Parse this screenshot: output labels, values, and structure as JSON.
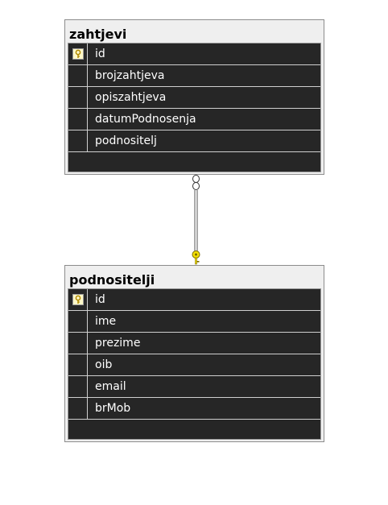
{
  "tables": [
    {
      "name": "zahtjevi",
      "columns": [
        {
          "name": "id",
          "primary_key": true
        },
        {
          "name": "brojzahtjeva",
          "primary_key": false
        },
        {
          "name": "opiszahtjeva",
          "primary_key": false
        },
        {
          "name": "datumPodnosenja",
          "primary_key": false
        },
        {
          "name": "podnositelj",
          "primary_key": false
        }
      ]
    },
    {
      "name": "podnositelji",
      "columns": [
        {
          "name": "id",
          "primary_key": true
        },
        {
          "name": "ime",
          "primary_key": false
        },
        {
          "name": "prezime",
          "primary_key": false
        },
        {
          "name": "oib",
          "primary_key": false
        },
        {
          "name": "email",
          "primary_key": false
        },
        {
          "name": "brMob",
          "primary_key": false
        }
      ]
    }
  ],
  "relationship": {
    "from_table": "zahtjevi",
    "to_table": "podnositelji",
    "from_end": "infinity-icon",
    "to_end": "key-icon"
  },
  "colors": {
    "row_background": "#262626",
    "header_background": "#efefef",
    "key_fill": "#f4e000",
    "key_badge": "#fff8c8"
  },
  "icons": {
    "primary_key": "key-icon",
    "many_end": "infinity-icon"
  }
}
